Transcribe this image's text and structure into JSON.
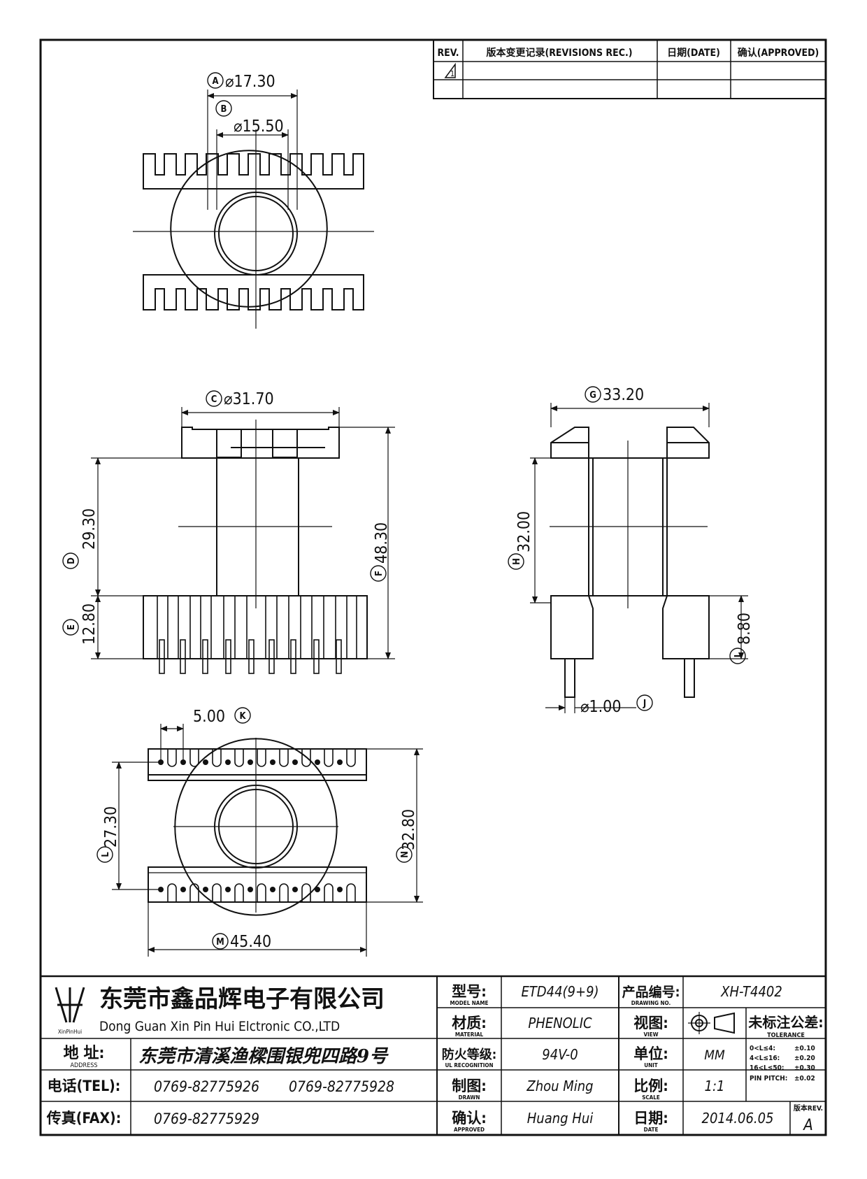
{
  "revisions": {
    "headers": {
      "rev": "REV.",
      "record": "版本变更记录(REVISIONS REC.)",
      "date": "日期(DATE)",
      "approved": "确认(APPROVED)"
    },
    "rows": [
      {
        "rev": "1",
        "record": "",
        "date": "",
        "approved": ""
      },
      {
        "rev": "",
        "record": "",
        "date": "",
        "approved": ""
      }
    ]
  },
  "dimensions": {
    "A": {
      "letter": "A",
      "value": "⌀17.30"
    },
    "B": {
      "letter": "B",
      "value": "⌀15.50"
    },
    "C": {
      "letter": "C",
      "value": "⌀31.70"
    },
    "D": {
      "letter": "D",
      "value": "29.30"
    },
    "E": {
      "letter": "E",
      "value": "12.80"
    },
    "F": {
      "letter": "F",
      "value": "48.30"
    },
    "G": {
      "letter": "G",
      "value": "33.20"
    },
    "H": {
      "letter": "H",
      "value": "32.00"
    },
    "I": {
      "letter": "I",
      "value": "8.80"
    },
    "J": {
      "letter": "J",
      "value": "⌀1.00"
    },
    "K": {
      "letter": "K",
      "value": "5.00"
    },
    "L": {
      "letter": "L",
      "value": "27.30"
    },
    "M": {
      "letter": "M",
      "value": "45.40"
    },
    "N": {
      "letter": "N",
      "value": "32.80"
    }
  },
  "title_block": {
    "company_cn": "东莞市鑫品辉电子有限公司",
    "company_en": "Dong Guan Xin Pin Hui Elctronic CO.,LTD",
    "logo_text": "XinPinHui",
    "address_label_cn": "地 址:",
    "address_label_en": "ADDRESS",
    "address": "东莞市清溪渔樑围银兜四路9号",
    "tel_label": "电话(TEL):",
    "tel_1": "0769-82775926",
    "tel_2": "0769-82775928",
    "fax_label": "传真(FAX):",
    "fax": "0769-82775929",
    "model_label_cn": "型号:",
    "model_label_en": "MODEL NAME",
    "model": "ETD44(9+9)",
    "material_label_cn": "材质:",
    "material_label_en": "MATERIAL",
    "material": "PHENOLIC",
    "ul_label_cn": "防火等级:",
    "ul_label_en": "UL RECOGNITION",
    "ul": "94V-0",
    "drawn_label_cn": "制图:",
    "drawn_label_en": "DRAWN",
    "drawn": "Zhou Ming",
    "approved_label_cn": "确认:",
    "approved_label_en": "APPROVED",
    "approved": "Huang Hui",
    "drawing_no_label_cn": "产品编号:",
    "drawing_no_label_en": "DRAWING NO.",
    "drawing_no": "XH-T4402",
    "view_label_cn": "视图:",
    "view_label_en": "VIEW",
    "unit_label_cn": "单位:",
    "unit_label_en": "UNIT",
    "unit": "MM",
    "scale_label_cn": "比例:",
    "scale_label_en": "SCALE",
    "scale": "1:1",
    "date_label_cn": "日期:",
    "date_label_en": "DATE",
    "date": "2014.06.05",
    "tolerance_title_cn": "未标注公差:",
    "tolerance_title_en": "TOLERANCE",
    "tolerances": [
      {
        "range": "0<L≤4:",
        "value": "±0.10"
      },
      {
        "range": "4<L≤16:",
        "value": "±0.20"
      },
      {
        "range": "16<L≤50:",
        "value": "±0.30"
      },
      {
        "range": "PIN PITCH:",
        "value": "±0.02"
      }
    ],
    "rev_label": "版本REV.",
    "rev": "A"
  }
}
